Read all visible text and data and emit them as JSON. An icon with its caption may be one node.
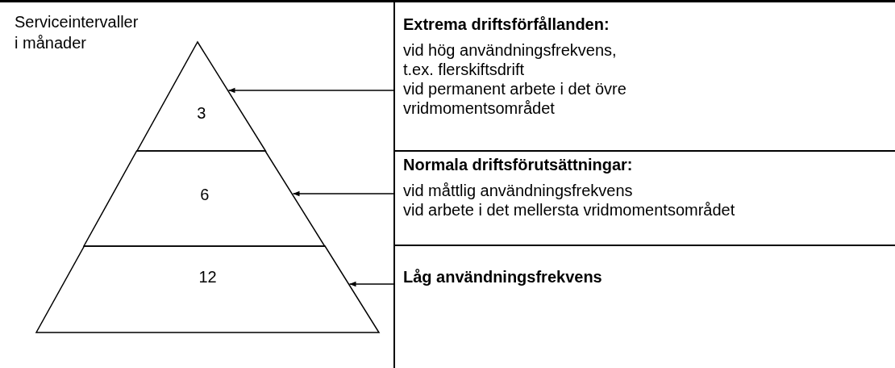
{
  "diagram": {
    "nodes": [
      {
        "text": [
          "3"
        ]
      },
      {
        "text": [
          "6"
        ]
      },
      {
        "text": [
          "12"
        ]
      },
      {
        "text": [
          "Extrema driftsförfållanden:",
          "vid hög användningsfrekvens, t.ex. flerskiftsdrift",
          "vid permanent arbete i det övre vridmomentsområdet"
        ]
      },
      {
        "text": [
          "Normala driftsförutsättningar:",
          "vid måttlig användningsfrekvens",
          "vid arbete i det mellersta vridmomentsområdet"
        ]
      },
      {
        "text": [
          "Låg användningsfrekvens"
        ]
      }
    ],
    "edges": [
      {
        "from": 3,
        "to": 0,
        "arrow": "to"
      },
      {
        "from": 4,
        "to": 1,
        "arrow": "to"
      },
      {
        "from": 5,
        "to": 2,
        "arrow": "to"
      }
    ],
    "labels": [
      "Serviceintervaller i månader"
    ]
  }
}
